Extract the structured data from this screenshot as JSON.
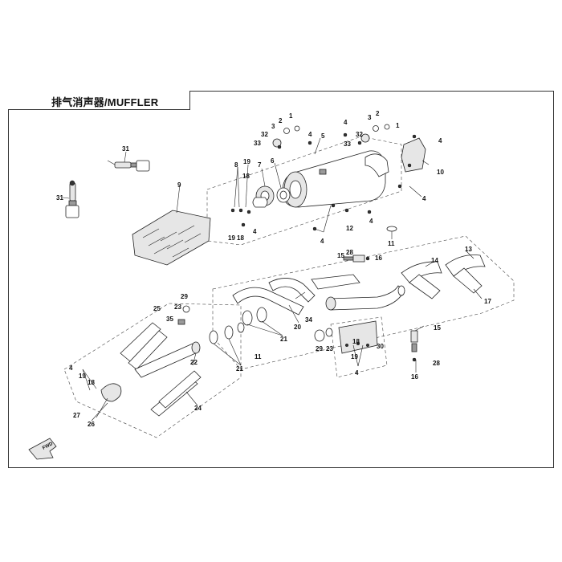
{
  "title": "排气消声器/MUFFLER",
  "fwd_label": "FWD",
  "callouts": [
    {
      "id": "c1a",
      "text": "1"
    },
    {
      "id": "c2a",
      "text": "2"
    },
    {
      "id": "c3a",
      "text": "3"
    },
    {
      "id": "c32a",
      "text": "32"
    },
    {
      "id": "c33a",
      "text": "33"
    },
    {
      "id": "c4a",
      "text": "4"
    },
    {
      "id": "c5",
      "text": "5"
    },
    {
      "id": "c6",
      "text": "6"
    },
    {
      "id": "c7",
      "text": "7"
    },
    {
      "id": "c8",
      "text": "8"
    },
    {
      "id": "c19a",
      "text": "19"
    },
    {
      "id": "c18a",
      "text": "18"
    },
    {
      "id": "c19b",
      "text": "19"
    },
    {
      "id": "c18b",
      "text": "18"
    },
    {
      "id": "c9",
      "text": "9"
    },
    {
      "id": "c31a",
      "text": "31"
    },
    {
      "id": "c31b",
      "text": "31"
    },
    {
      "id": "c4b",
      "text": "4"
    },
    {
      "id": "c4c",
      "text": "4"
    },
    {
      "id": "c12",
      "text": "12"
    },
    {
      "id": "c4d",
      "text": "4"
    },
    {
      "id": "c4e",
      "text": "4"
    },
    {
      "id": "c3b",
      "text": "3"
    },
    {
      "id": "c32b",
      "text": "32"
    },
    {
      "id": "c33b",
      "text": "33"
    },
    {
      "id": "c2b",
      "text": "2"
    },
    {
      "id": "c1b",
      "text": "1"
    },
    {
      "id": "c4f",
      "text": "4"
    },
    {
      "id": "c10",
      "text": "10"
    },
    {
      "id": "c4g",
      "text": "4"
    },
    {
      "id": "c11a",
      "text": "11"
    },
    {
      "id": "c15a",
      "text": "15"
    },
    {
      "id": "c28a",
      "text": "28"
    },
    {
      "id": "c16a",
      "text": "16"
    },
    {
      "id": "c14",
      "text": "14"
    },
    {
      "id": "c13",
      "text": "13"
    },
    {
      "id": "c17",
      "text": "17"
    },
    {
      "id": "c34",
      "text": "34"
    },
    {
      "id": "c20",
      "text": "20"
    },
    {
      "id": "c21a",
      "text": "21"
    },
    {
      "id": "c11b",
      "text": "11"
    },
    {
      "id": "c21b",
      "text": "21"
    },
    {
      "id": "c29a",
      "text": "29"
    },
    {
      "id": "c23a",
      "text": "23"
    },
    {
      "id": "c25",
      "text": "25"
    },
    {
      "id": "c35",
      "text": "35"
    },
    {
      "id": "c22",
      "text": "22"
    },
    {
      "id": "c24",
      "text": "24"
    },
    {
      "id": "c4h",
      "text": "4"
    },
    {
      "id": "c19c",
      "text": "19"
    },
    {
      "id": "c18c",
      "text": "18"
    },
    {
      "id": "c27",
      "text": "27"
    },
    {
      "id": "c26",
      "text": "26"
    },
    {
      "id": "c29b",
      "text": "29"
    },
    {
      "id": "c23b",
      "text": "23"
    },
    {
      "id": "c18d",
      "text": "18"
    },
    {
      "id": "c19d",
      "text": "19"
    },
    {
      "id": "c30",
      "text": "30"
    },
    {
      "id": "c4i",
      "text": "4"
    },
    {
      "id": "c15b",
      "text": "15"
    },
    {
      "id": "c28b",
      "text": "28"
    },
    {
      "id": "c16b",
      "text": "16"
    }
  ]
}
